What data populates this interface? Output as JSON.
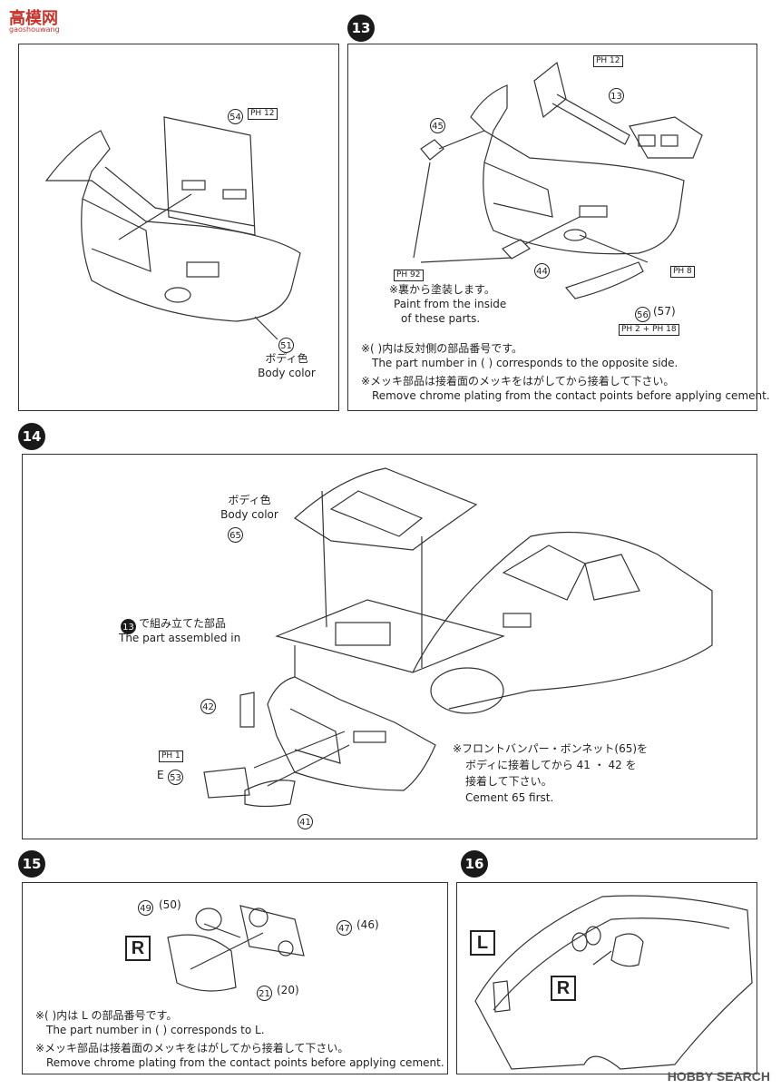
{
  "watermark_top": {
    "text": "高模网",
    "sub": "gaoshouwang"
  },
  "watermark_bottom": "HOBBY SEARCH",
  "steps": {
    "s12": {
      "parts": {
        "p54": "54",
        "p51": "51"
      },
      "paint_54": "PH 12",
      "body_color_jp": "ボディ色",
      "body_color_en": "Body color"
    },
    "s13": {
      "number": "13",
      "parts": {
        "p45": "45",
        "p13": "13",
        "p44": "44",
        "p56": "56",
        "p57": "(57)"
      },
      "paint_13": "PH 12",
      "paint_92": "PH 92",
      "paint_8": "PH 8",
      "paint_56": "PH 2 + PH 18",
      "inside_jp": "※裏から塗装します。",
      "inside_en1": "Paint from the inside",
      "inside_en2": "of these parts.",
      "note1_jp": "※(  )内は反対側の部品番号です。",
      "note1_en": "The part number in (   ) corresponds to the opposite side.",
      "note2_jp": "※メッキ部品は接着面のメッキをはがしてから接着して下さい。",
      "note2_en": "Remove chrome plating from the contact points before applying cement."
    },
    "s14": {
      "number": "14",
      "parts": {
        "p65": "65",
        "p42": "42",
        "p53": "53",
        "p41": "41"
      },
      "body_color_jp": "ボディ色",
      "body_color_en": "Body color",
      "assembled_jp": "で組み立てた部品",
      "assembled_en": "The part assembled in",
      "assembled_ref": "13",
      "paint_53": "PH 1",
      "e_prefix": "E",
      "cement_jp1": "※フロントバンパー・ボンネット(65)を",
      "cement_jp2": "ボディに接着してから 41 ・ 42 を",
      "cement_jp3": "接着して下さい。",
      "cement_en": "Cement 65 first."
    },
    "s15": {
      "number": "15",
      "parts": {
        "p49": "49",
        "p50": "(50)",
        "p47": "47",
        "p46": "(46)",
        "p21": "21",
        "p20": "(20)"
      },
      "side_R": "R",
      "note1_jp": "※(  )内は L の部品番号です。",
      "note1_en": "The part number in (   ) corresponds to L.",
      "note2_jp": "※メッキ部品は接着面のメッキをはがしてから接着して下さい。",
      "note2_en": "Remove chrome plating from the contact points before applying cement."
    },
    "s16": {
      "number": "16",
      "side_L": "L",
      "side_R": "R"
    }
  }
}
